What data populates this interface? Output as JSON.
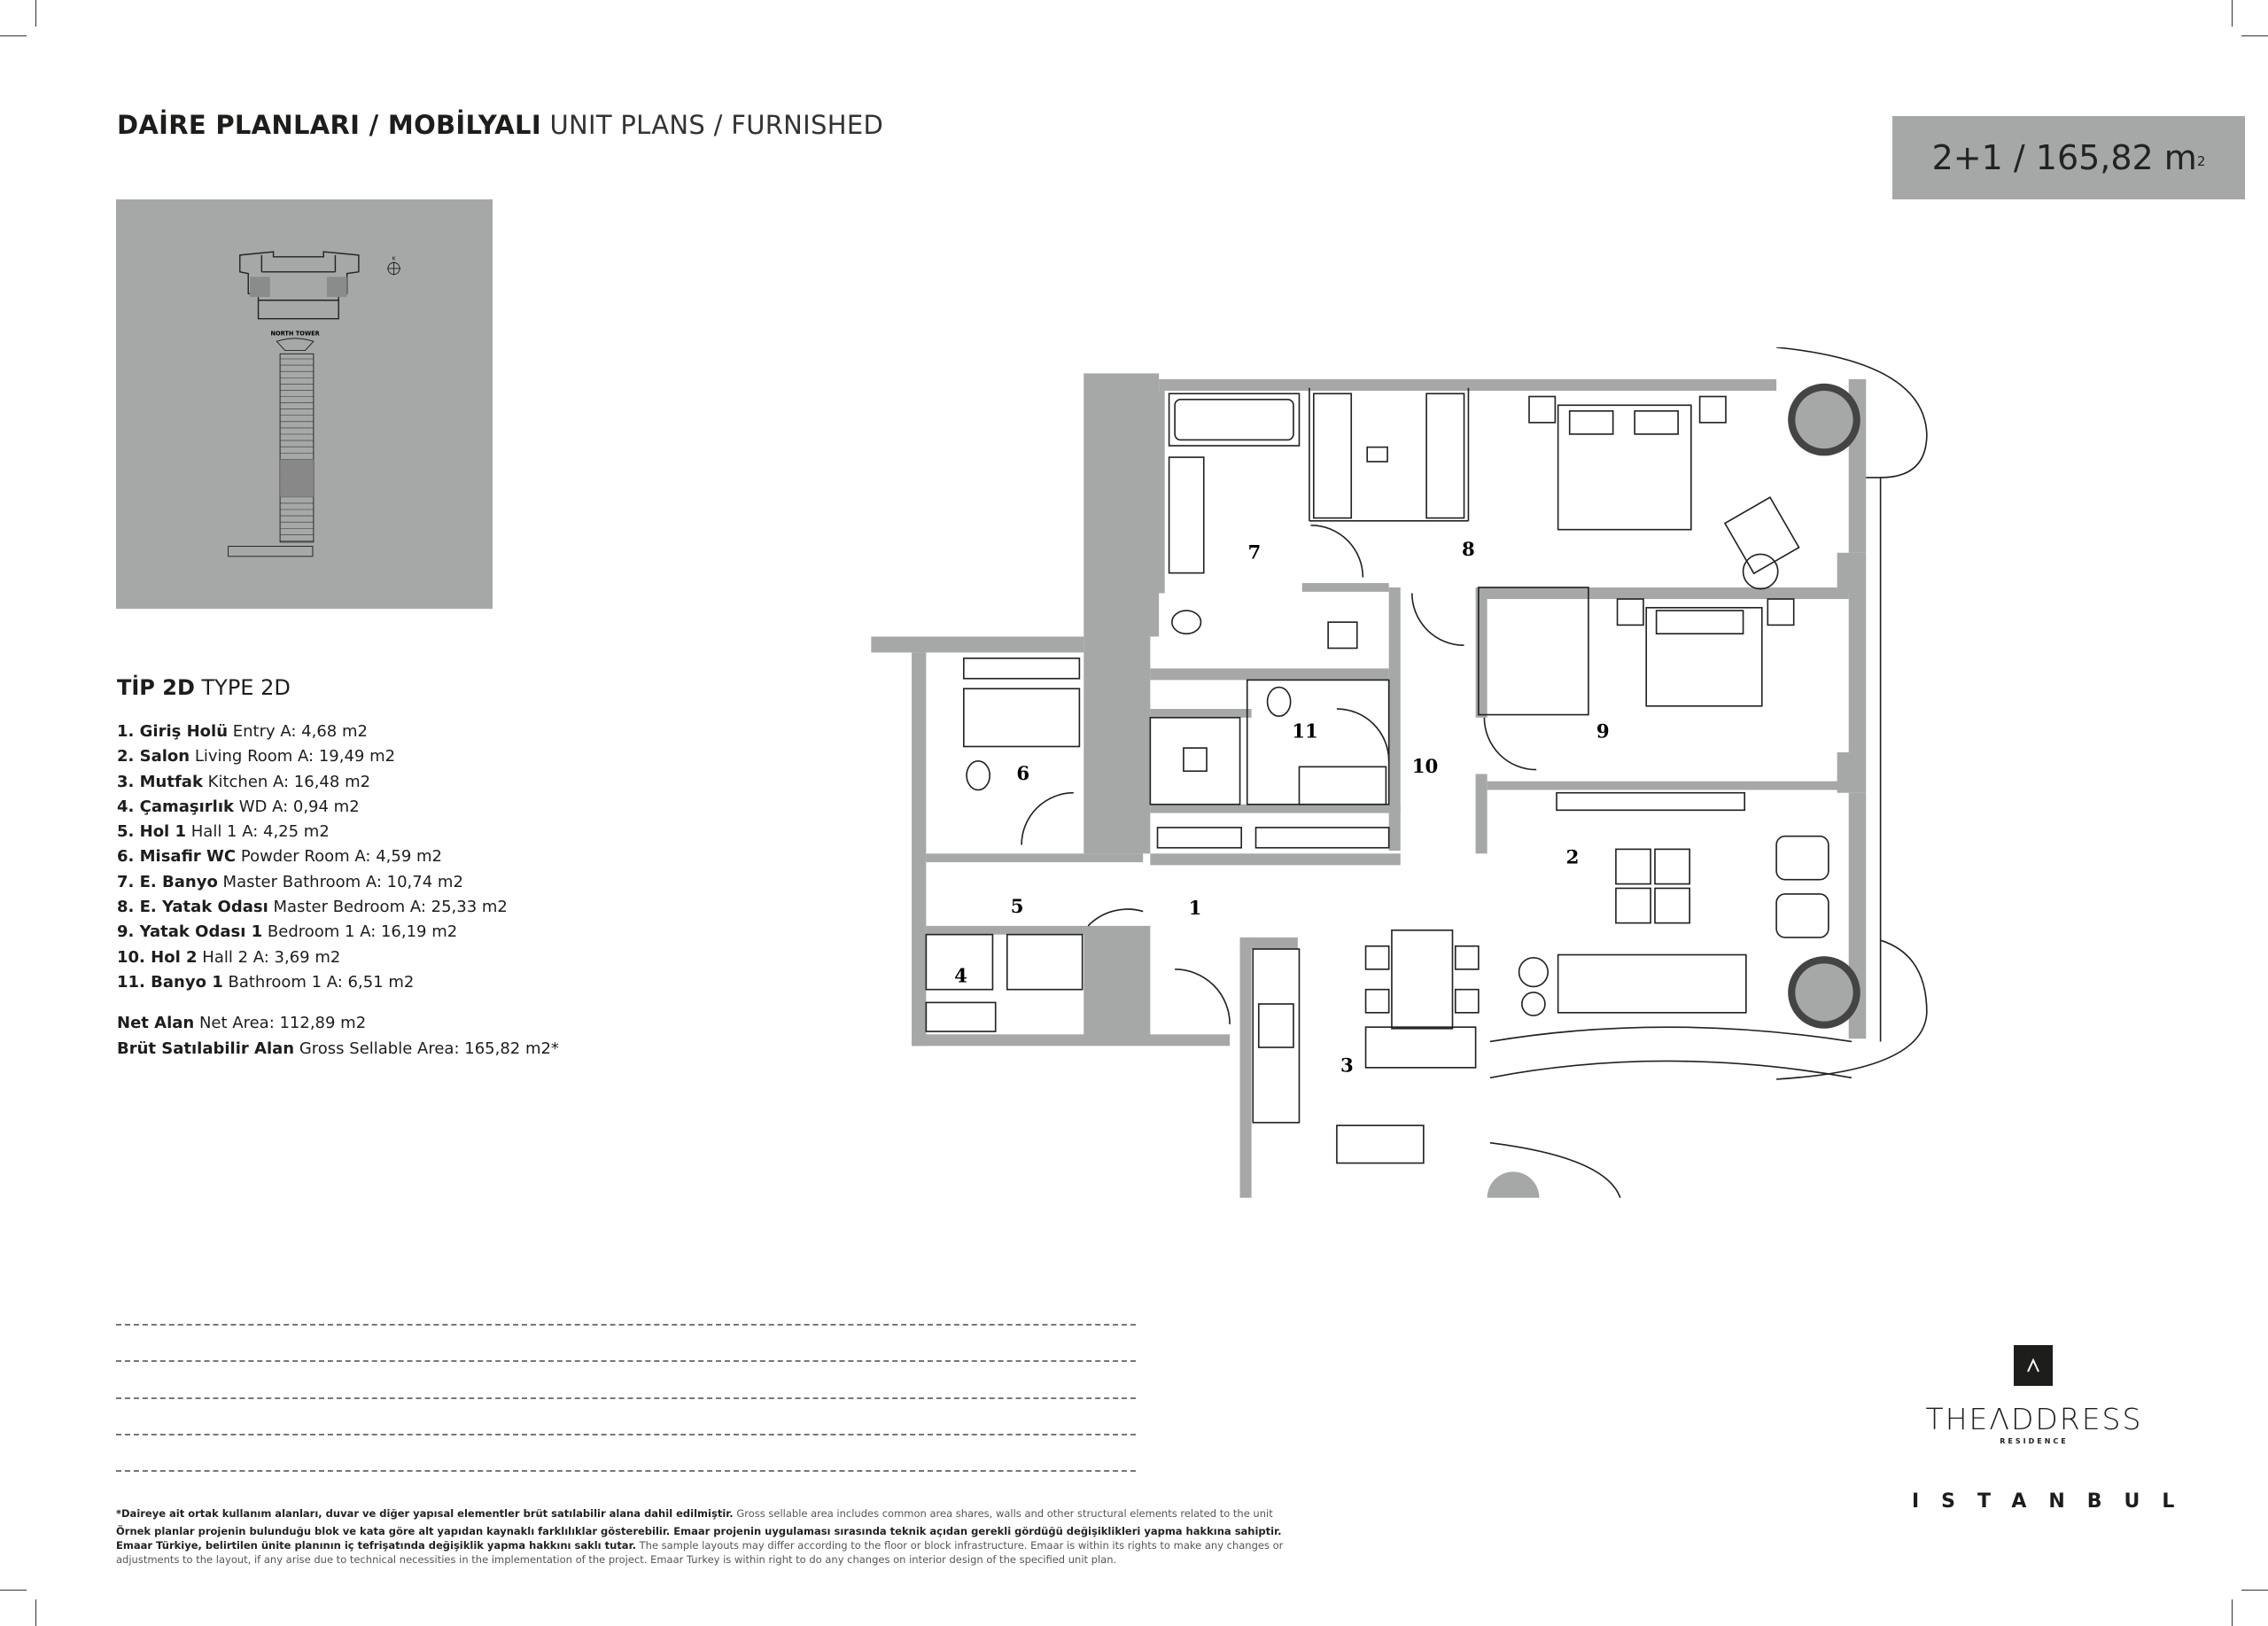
{
  "header": {
    "title_bold": "DAİRE PLANLARI / MOBİLYALI",
    "title_light": "UNIT PLANS / FURNISHED",
    "unit_summary": "2+1 / 165,82 m",
    "unit_summary_sup": "2"
  },
  "keyplan": {
    "tower_label": "NORTH TOWER",
    "north_label": "K"
  },
  "type": {
    "bold": "TİP 2D",
    "light": "TYPE 2D"
  },
  "rooms": [
    {
      "tr": "1. Giriş Holü",
      "en": "Entry A: 4,68 m2",
      "num": "1"
    },
    {
      "tr": "2. Salon",
      "en": "Living Room A: 19,49 m2",
      "num": "2"
    },
    {
      "tr": "3. Mutfak",
      "en": "Kitchen A: 16,48 m2",
      "num": "3"
    },
    {
      "tr": "4. Çamaşırlık",
      "en": "WD A: 0,94 m2",
      "num": "4"
    },
    {
      "tr": "5. Hol 1",
      "en": "Hall 1 A: 4,25 m2",
      "num": "5"
    },
    {
      "tr": "6. Misafir WC",
      "en": "Powder Room A: 4,59 m2",
      "num": "6"
    },
    {
      "tr": "7. E. Banyo",
      "en": "Master Bathroom A: 10,74 m2",
      "num": "7"
    },
    {
      "tr": "8. E. Yatak Odası",
      "en": "Master Bedroom A: 25,33 m2",
      "num": "8"
    },
    {
      "tr": "9. Yatak Odası 1",
      "en": "Bedroom 1 A: 16,19 m2",
      "num": "9"
    },
    {
      "tr": "10. Hol 2",
      "en": "Hall 2 A: 3,69 m2",
      "num": "10"
    },
    {
      "tr": "11. Banyo 1",
      "en": "Bathroom 1 A: 6,51 m2",
      "num": "11"
    }
  ],
  "totals": {
    "net_tr": "Net Alan",
    "net_en": "Net Area: 112,89 m2",
    "gross_tr": "Brüt Satılabilir Alan",
    "gross_en": "Gross Sellable Area: 165,82 m2*"
  },
  "footnote": {
    "line1_tr": "*Daireye ait ortak kullanım alanları, duvar ve diğer yapısal elementler brüt satılabilir alana dahil edilmiştir.",
    "line1_en": "Gross sellable area includes common area shares, walls and other structural elements related to the unit",
    "line2_tr": "Örnek planlar projenin bulunduğu blok ve kata göre alt yapıdan kaynaklı farklılıklar gösterebilir. Emaar projenin uygulaması sırasında teknik açıdan gerekli gördüğü değişiklikleri yapma hakkına sahiptir. Emaar Türkiye, belirtilen ünite planının iç tefrişatında değişiklik yapma hakkını saklı tutar.",
    "line2_en": "The sample layouts may differ according to the floor or block infrastructure. Emaar is within its rights to make any changes or adjustments to the layout, if any arise due to technical necessities in the implementation of the project. Emaar Turkey is within right to do any changes on interior design of the specified unit plan."
  },
  "brand": {
    "mark": "Λ",
    "name": "THEΛDDRESS",
    "sub": "RESIDENCE",
    "city": "ISTANBUL"
  },
  "colors": {
    "panel_gray": "#a5a8a7",
    "text": "#1d1d1b"
  }
}
